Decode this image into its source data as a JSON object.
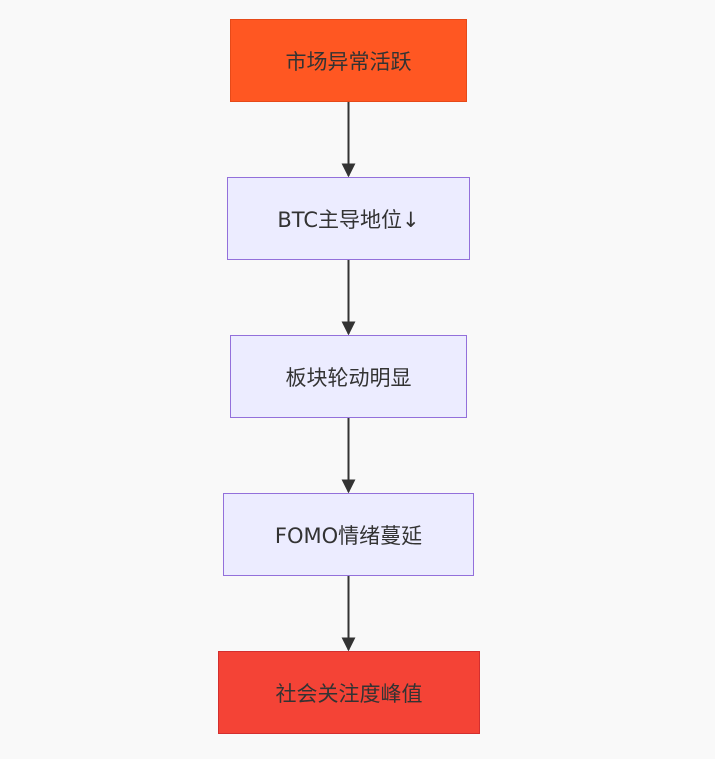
{
  "flowchart": {
    "nodes": [
      {
        "id": "n1",
        "label": "市场异常活跃",
        "fill": "#ff5722",
        "stroke": "#e64a19"
      },
      {
        "id": "n2",
        "label": "BTC主导地位↓",
        "fill": "#ececff",
        "stroke": "#9370db"
      },
      {
        "id": "n3",
        "label": "板块轮动明显",
        "fill": "#ececff",
        "stroke": "#9370db"
      },
      {
        "id": "n4",
        "label": "FOMO情绪蔓延",
        "fill": "#ececff",
        "stroke": "#9370db"
      },
      {
        "id": "n5",
        "label": "社会关注度峰值",
        "fill": "#f44336",
        "stroke": "#d32f2f"
      }
    ],
    "edges": [
      {
        "from": "n1",
        "to": "n2"
      },
      {
        "from": "n2",
        "to": "n3"
      },
      {
        "from": "n3",
        "to": "n4"
      },
      {
        "from": "n4",
        "to": "n5"
      }
    ]
  },
  "colors": {
    "background": "#f9f9f9",
    "edge": "#333333",
    "text": "#333333"
  }
}
